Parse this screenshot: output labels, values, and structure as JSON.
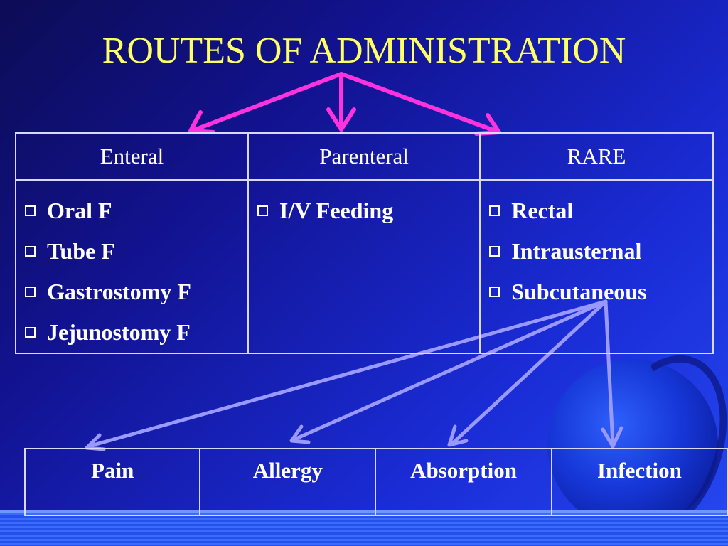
{
  "title": "ROUTES OF ADMINISTRATION",
  "routes_table": {
    "headers": [
      "Enteral",
      "Parenteral",
      "RARE"
    ],
    "columns": [
      [
        "Oral F",
        "Tube F",
        "Gastrostomy F",
        "Jejunostomy F"
      ],
      [
        "I/V Feeding"
      ],
      [
        "Rectal",
        "Intrausternal",
        "Subcutaneous"
      ]
    ]
  },
  "complications_table": {
    "cells": [
      "Pain",
      "Allergy",
      "Absorption",
      "Infection"
    ]
  },
  "colors": {
    "title": "#ffff66",
    "top_arrows": "#ff33dd",
    "bottom_arrows": "#9999ff",
    "background": "#1a2cd6"
  }
}
